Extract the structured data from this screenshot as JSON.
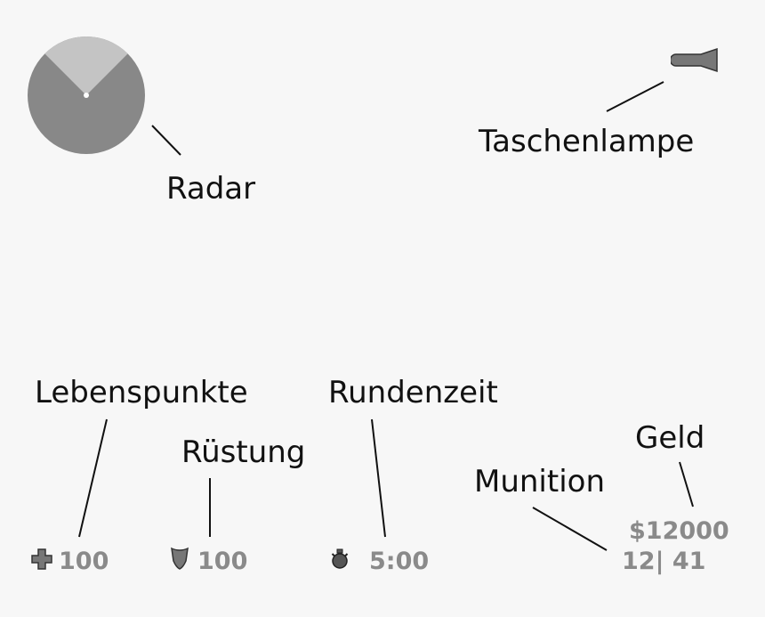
{
  "labels": {
    "radar": "Radar",
    "flashlight": "Taschenlampe",
    "health": "Lebenspunkte",
    "armor": "Rüstung",
    "round_time": "Rundenzeit",
    "money": "Geld",
    "ammo": "Munition"
  },
  "hud": {
    "health": "100",
    "armor": "100",
    "time": "5:00",
    "money": "$12000",
    "ammo": "12| 41"
  },
  "icons": {
    "health": "cross-icon",
    "armor": "shield-icon",
    "timer": "stopwatch-icon",
    "flashlight": "flashlight-icon",
    "radar": "radar-icon"
  },
  "colors": {
    "background": "#f7f7f7",
    "radar_body": "#888888",
    "radar_cone": "#c4c4c4",
    "hud_text": "#8a8a8a",
    "icon": "#666666",
    "label_text": "#111111",
    "leader_line": "#111111"
  }
}
